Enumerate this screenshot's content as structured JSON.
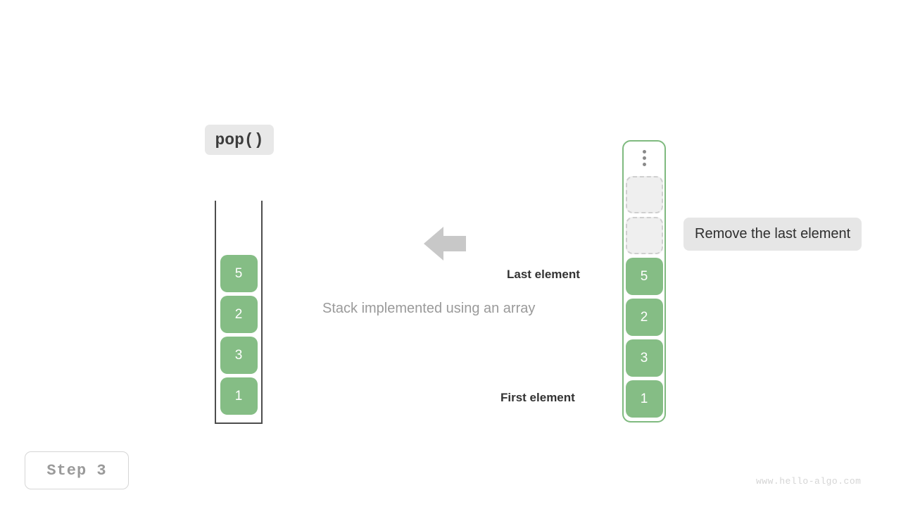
{
  "operation": {
    "label": "pop()"
  },
  "step": {
    "label": "Step 3"
  },
  "watermark": {
    "text": "www.hello-algo.com"
  },
  "caption": {
    "text": "Stack implemented using an array"
  },
  "note": {
    "text": "Remove the last element"
  },
  "annotations": {
    "last_element": "Last element",
    "first_element": "First element"
  },
  "arrow": {
    "direction": "left",
    "color": "#c8c8c8"
  },
  "colors": {
    "cell_fill": "#85bd85",
    "cell_text": "#ffffff",
    "container_border_left": "#4d4d4d",
    "container_border_right": "#7fba7f",
    "empty_cell_fill": "#efefef",
    "empty_cell_border": "#cfcfcf",
    "badge_bg": "#e8e8e8",
    "note_bg": "#e6e6e6"
  },
  "left_stack": {
    "name": "array-stack-after",
    "cells": [
      {
        "value": "5",
        "state": "filled"
      },
      {
        "value": "2",
        "state": "filled"
      },
      {
        "value": "3",
        "state": "filled"
      },
      {
        "value": "1",
        "state": "filled"
      }
    ]
  },
  "right_stack": {
    "name": "array-stack-before",
    "has_ellipsis": true,
    "cells": [
      {
        "value": "",
        "state": "empty"
      },
      {
        "value": "",
        "state": "empty"
      },
      {
        "value": "5",
        "state": "filled"
      },
      {
        "value": "2",
        "state": "filled"
      },
      {
        "value": "3",
        "state": "filled"
      },
      {
        "value": "1",
        "state": "filled"
      }
    ]
  }
}
